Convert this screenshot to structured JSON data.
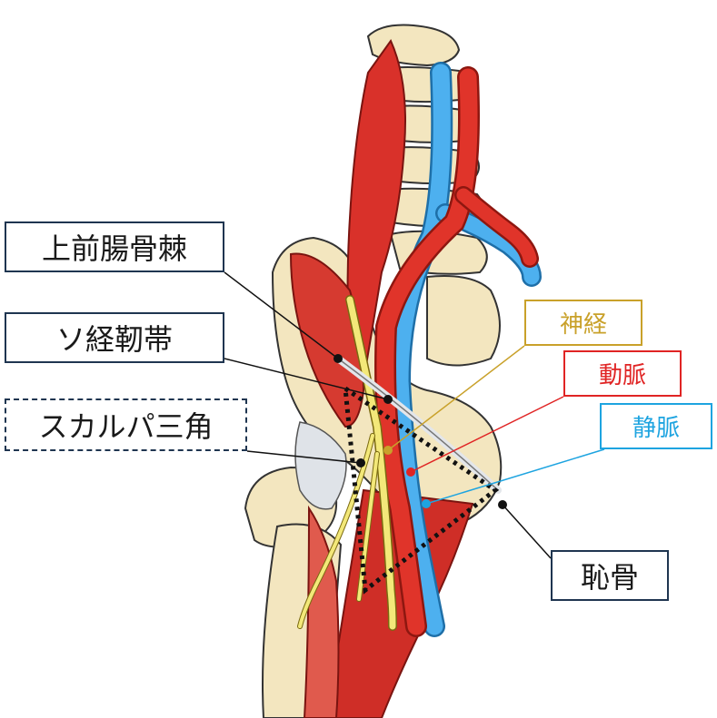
{
  "labels": {
    "asis": "上前腸骨棘",
    "inguinal_ligament": "ソ経靭帯",
    "scarpa_triangle": "スカルパ三角",
    "pubis": "恥骨",
    "nerve": "神経",
    "artery": "動脈",
    "vein": "静脈"
  },
  "colors": {
    "dark_border": "#1f3550",
    "nerve": "#c9a12a",
    "artery": "#e02424",
    "vein": "#1ea4e0",
    "bone": "#f3e6bf",
    "muscle": "#d9312a"
  }
}
